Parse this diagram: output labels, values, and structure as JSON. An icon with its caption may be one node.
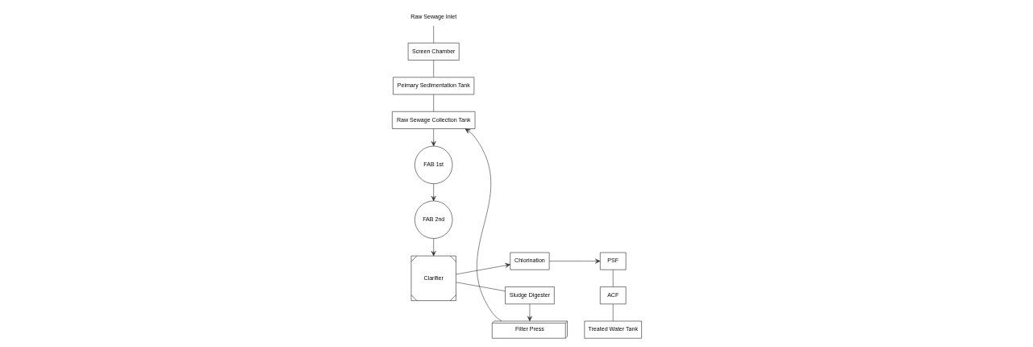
{
  "diagram": {
    "nodes": [
      {
        "text": [
          "Raw Sewage Inlet"
        ]
      },
      {
        "text": [
          "Screen Chamber"
        ]
      },
      {
        "text": [
          "Peimary Sedimentation Tank"
        ]
      },
      {
        "text": [
          "Raw Sewage Collection Tank"
        ]
      },
      {
        "text": [
          "FAB 1st"
        ]
      },
      {
        "text": [
          "FAB 2nd"
        ]
      },
      {
        "text": [
          "Clarifier"
        ]
      },
      {
        "text": [
          "Chlorination"
        ]
      },
      {
        "text": [
          "Sludge Digester"
        ]
      },
      {
        "text": [
          "Filter Press"
        ]
      },
      {
        "text": [
          "PSF"
        ]
      },
      {
        "text": [
          "ACF"
        ]
      },
      {
        "text": [
          "Treated Water Tank"
        ]
      }
    ],
    "edges": [
      {
        "from": 0,
        "to": 1,
        "arrow": "none"
      },
      {
        "from": 1,
        "to": 2,
        "arrow": "none"
      },
      {
        "from": 2,
        "to": 3,
        "arrow": "none"
      },
      {
        "from": 3,
        "to": 4,
        "arrow": "to"
      },
      {
        "from": 4,
        "to": 5,
        "arrow": "to"
      },
      {
        "from": 5,
        "to": 6,
        "arrow": "to"
      },
      {
        "from": 6,
        "to": 7,
        "arrow": "to"
      },
      {
        "from": 7,
        "to": 10,
        "arrow": "to"
      },
      {
        "from": 10,
        "to": 11,
        "arrow": "none"
      },
      {
        "from": 11,
        "to": 12,
        "arrow": "none"
      },
      {
        "from": 6,
        "to": 8,
        "arrow": "none"
      },
      {
        "from": 8,
        "to": 9,
        "arrow": "to"
      },
      {
        "from": 9,
        "to": 3,
        "arrow": "to"
      }
    ]
  }
}
